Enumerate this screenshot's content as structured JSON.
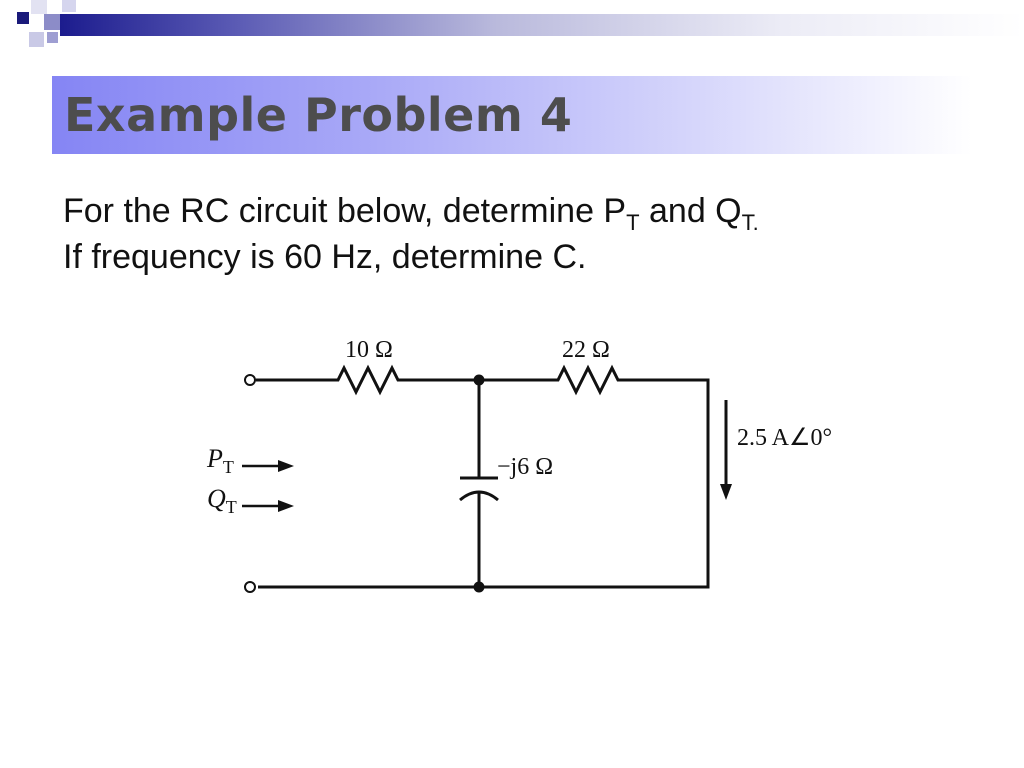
{
  "slide": {
    "title": "Example Problem 4",
    "line1": {
      "prefix": "For the RC circuit below, determine P",
      "p_sub": "T",
      "middle": " and Q",
      "q_sub": "T."
    },
    "line2": "If frequency is 60 Hz, determine C."
  },
  "circuit": {
    "r1_label": "10 Ω",
    "r2_label": "22 Ω",
    "cap_label": "−j6 Ω",
    "current_label": "2.5 A∠0°",
    "pt_label": "P",
    "pt_sub": "T",
    "qt_label": "Q",
    "qt_sub": "T"
  },
  "colors": {
    "title_text": "#4d4d4d",
    "title_bar_start": "#8585f4",
    "band_dark": "#1c1c8e"
  }
}
